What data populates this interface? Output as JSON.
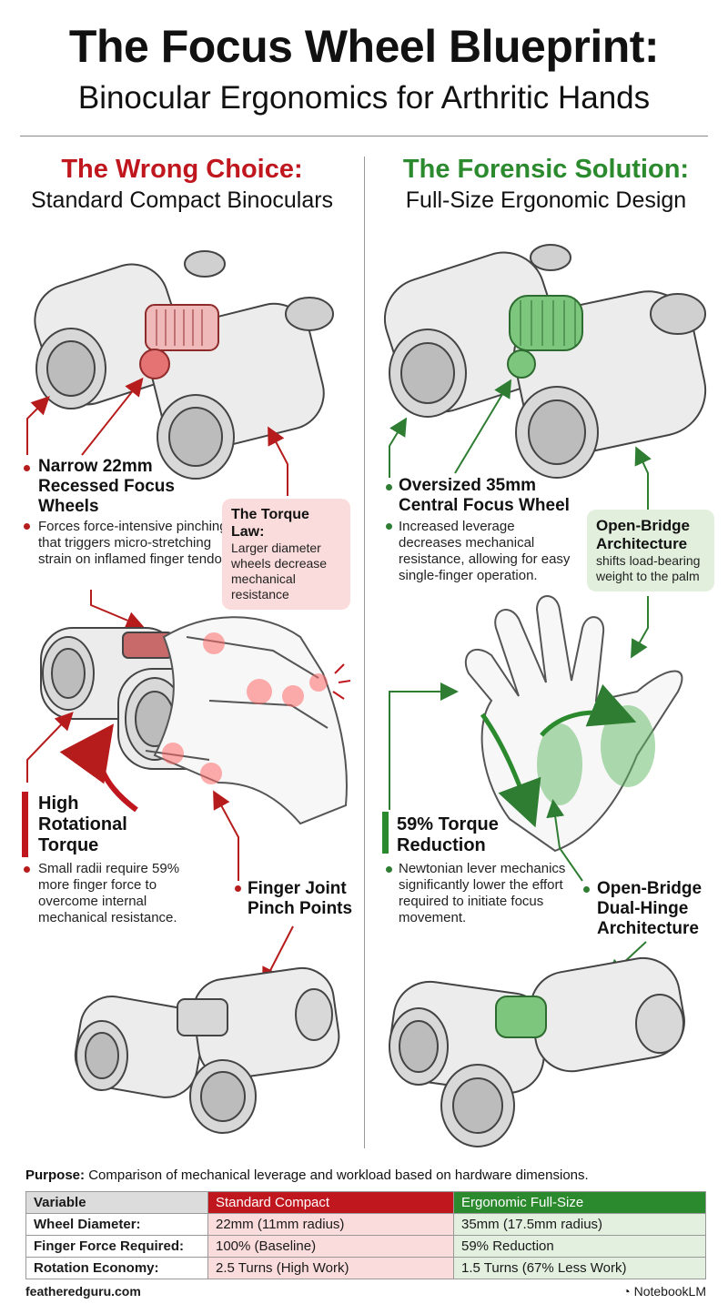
{
  "header": {
    "title": "The Focus Wheel Blueprint:",
    "subtitle": "Binocular Ergonomics for Arthritic Hands"
  },
  "left_column": {
    "heading": "The Wrong Choice:",
    "subheading": "Standard Compact Binoculars",
    "accent": "#c0161e",
    "narrow": {
      "title": "Narrow 22mm Recessed Focus Wheels",
      "body": "Forces force-intensive pinching that triggers micro-stretching strain on inflamed finger tendons."
    },
    "torque_law": {
      "title": "The Torque Law:",
      "body": "Larger diameter wheels decrease mechanical resistance"
    },
    "high_torque": {
      "title": "High Rotational Torque",
      "body": "Small radii require 59% more finger force to overcome internal mechanical resistance."
    },
    "pinch": {
      "title": "Finger Joint Pinch Points"
    }
  },
  "right_column": {
    "heading": "The Forensic Solution:",
    "subheading": "Full-Size Ergonomic Design",
    "accent": "#2c8a2e",
    "oversized": {
      "title": "Oversized 35mm Central Focus Wheel",
      "body": "Increased leverage decreases mechanical resistance, allowing for easy single-finger operation."
    },
    "open_bridge": {
      "title": "Open-Bridge Architecture",
      "body": "shifts load-bearing weight to the palm"
    },
    "reduction": {
      "title": "59% Torque Reduction",
      "body": "Newtonian lever mechanics significantly lower the effort required to initiate focus movement."
    },
    "dual_hinge": {
      "title": "Open-Bridge Dual-Hinge Architecture"
    }
  },
  "table": {
    "purpose_label": "Purpose:",
    "purpose_text": "Comparison of mechanical leverage and workload based on hardware dimensions.",
    "headers": [
      "Variable",
      "Standard Compact",
      "Ergonomic Full-Size"
    ],
    "rows": [
      [
        "Wheel Diameter:",
        "22mm (11mm radius)",
        "35mm (17.5mm radius)"
      ],
      [
        "Finger Force Required:",
        "100% (Baseline)",
        "59% Reduction"
      ],
      [
        "Rotation Economy:",
        "2.5 Turns (High Work)",
        "1.5 Turns (67% Less Work)"
      ]
    ]
  },
  "footer": {
    "site": "featheredguru.com",
    "brand": "NotebookLM"
  },
  "colors": {
    "red": "#c0161e",
    "green": "#2c8a2e",
    "red_tint": "#fbdcdc",
    "green_tint": "#e1efdc"
  }
}
